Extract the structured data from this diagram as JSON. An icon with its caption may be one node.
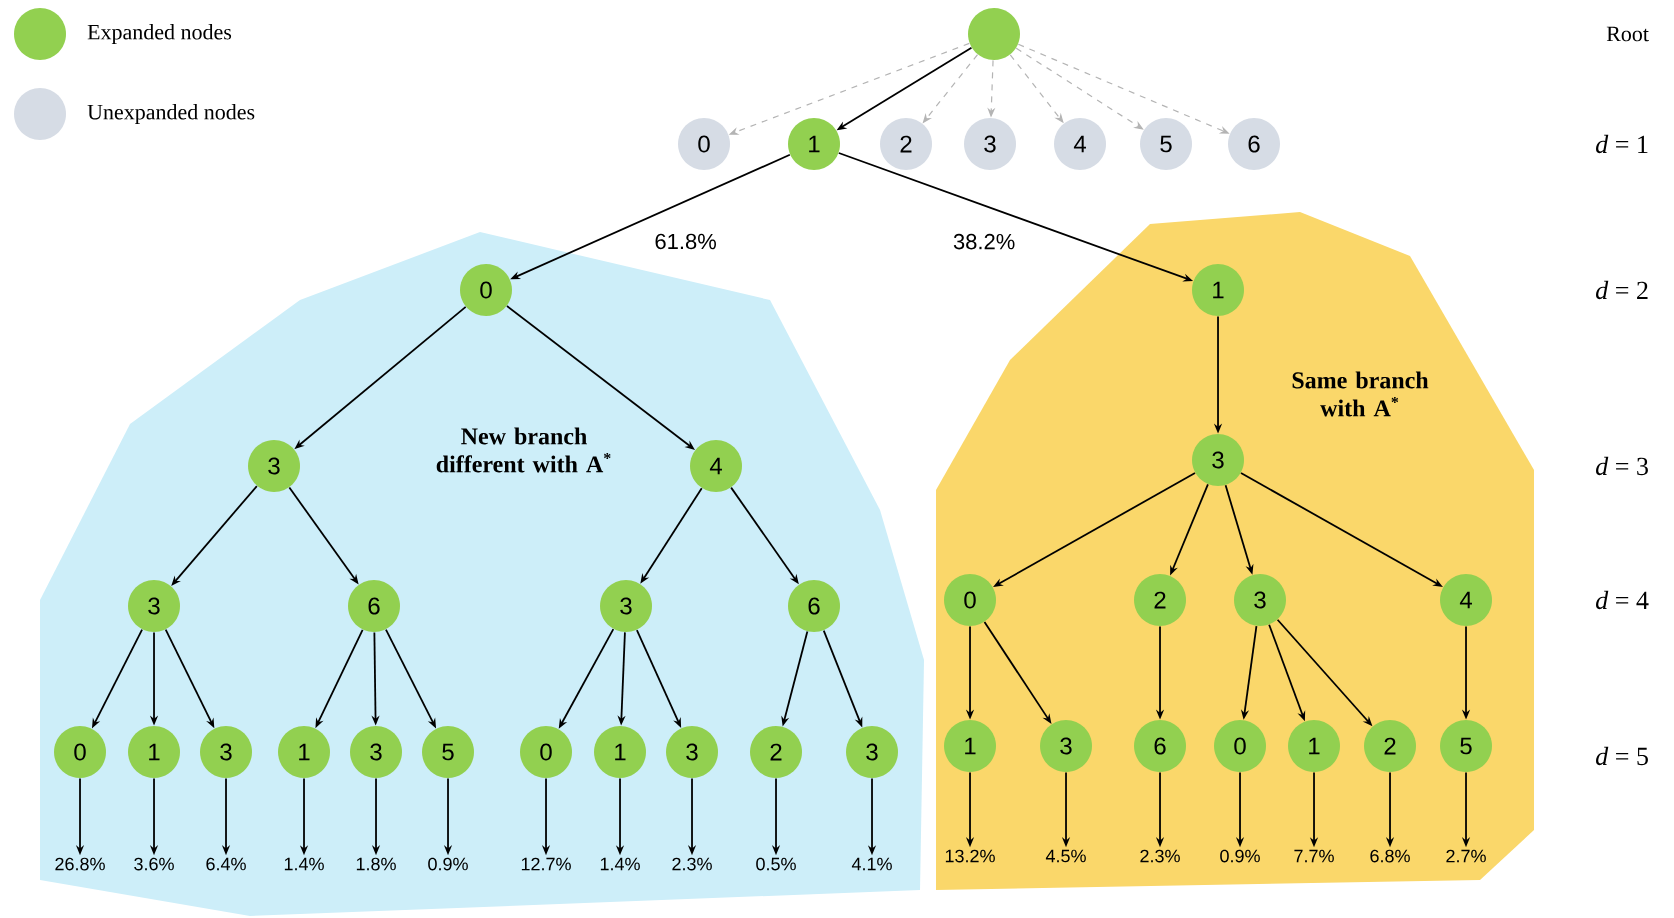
{
  "diagram": {
    "nodes": [
      {
        "text": [],
        "shape": "circle"
      },
      {
        "text": [
          "0"
        ]
      },
      {
        "text": [
          "1"
        ]
      },
      {
        "text": [
          "2"
        ]
      },
      {
        "text": [
          "3"
        ]
      },
      {
        "text": [
          "4"
        ]
      },
      {
        "text": [
          "5"
        ]
      },
      {
        "text": [
          "6"
        ]
      },
      {
        "text": [
          "New branch different with A$^{*}$"
        ]
      },
      {
        "text": [
          "Same branch with A$^{*}$"
        ]
      },
      {
        "text": [
          "0"
        ],
        "in": 8
      },
      {
        "text": [
          "3"
        ],
        "in": 8
      },
      {
        "text": [
          "4"
        ],
        "in": 8
      },
      {
        "text": [
          "3"
        ],
        "in": 8
      },
      {
        "text": [
          "6"
        ],
        "in": 8
      },
      {
        "text": [
          "3"
        ],
        "in": 8
      },
      {
        "text": [
          "6"
        ],
        "in": 8
      },
      {
        "text": [
          "0"
        ],
        "in": 8
      },
      {
        "text": [
          "1"
        ],
        "in": 8
      },
      {
        "text": [
          "3"
        ],
        "in": 8
      },
      {
        "text": [
          "1"
        ],
        "in": 8
      },
      {
        "text": [
          "3"
        ],
        "in": 8
      },
      {
        "text": [
          "5"
        ],
        "in": 8
      },
      {
        "text": [
          "0"
        ],
        "in": 8
      },
      {
        "text": [
          "1"
        ],
        "in": 8
      },
      {
        "text": [
          "3"
        ],
        "in": 8
      },
      {
        "text": [
          "2"
        ],
        "in": 8
      },
      {
        "text": [
          "3"
        ],
        "in": 8
      },
      {
        "text": [
          "1"
        ],
        "in": 9
      },
      {
        "text": [
          "3"
        ],
        "in": 9
      },
      {
        "text": [
          "0"
        ],
        "in": 9
      },
      {
        "text": [
          "2"
        ],
        "in": 9
      },
      {
        "text": [
          "3"
        ],
        "in": 9
      },
      {
        "text": [
          "4"
        ],
        "in": 9
      },
      {
        "text": [
          "1"
        ],
        "in": 9
      },
      {
        "text": [
          "3"
        ],
        "in": 9
      },
      {
        "text": [
          "6"
        ],
        "in": 9
      },
      {
        "text": [
          "0"
        ],
        "in": 9
      },
      {
        "text": [
          "1"
        ],
        "in": 9
      },
      {
        "text": [
          "2"
        ],
        "in": 9
      },
      {
        "text": [
          "5"
        ],
        "in": 9
      },
      {
        "text": [
          "26.8%"
        ],
        "in": 8
      },
      {
        "text": [
          "3.6%"
        ],
        "in": 8
      },
      {
        "text": [
          "6.4%"
        ],
        "in": 8
      },
      {
        "text": [
          "1.4%"
        ],
        "in": 8
      },
      {
        "text": [
          "1.8%"
        ],
        "in": 8
      },
      {
        "text": [
          "0.9%"
        ],
        "in": 8
      },
      {
        "text": [
          "12.7%"
        ],
        "in": 8
      },
      {
        "text": [
          "1.4%"
        ],
        "in": 8
      },
      {
        "text": [
          "2.3%"
        ],
        "in": 8
      },
      {
        "text": [
          "0.5%"
        ],
        "in": 8
      },
      {
        "text": [
          "4.1%"
        ],
        "in": 8
      },
      {
        "text": [
          "13.2%"
        ],
        "in": 9
      },
      {
        "text": [
          "4.5%"
        ],
        "in": 9
      },
      {
        "text": [
          "2.3%"
        ],
        "in": 9
      },
      {
        "text": [
          "0.9%"
        ],
        "in": 9
      },
      {
        "text": [
          "7.7%"
        ],
        "in": 9
      },
      {
        "text": [
          "6.8%"
        ],
        "in": 9
      },
      {
        "text": [
          "2.7%"
        ],
        "in": 9
      }
    ],
    "edges": [
      {
        "from": 0,
        "to": 1,
        "arrow": "to",
        "style": "dashed",
        "color": "#b4b4b4"
      },
      {
        "from": 0,
        "to": 2,
        "arrow": "to"
      },
      {
        "from": 0,
        "to": 3,
        "arrow": "to",
        "style": "dashed",
        "color": "#b4b4b4"
      },
      {
        "from": 0,
        "to": 4,
        "arrow": "to",
        "style": "dashed",
        "color": "#b4b4b4"
      },
      {
        "from": 0,
        "to": 5,
        "arrow": "to",
        "style": "dashed",
        "color": "#b4b4b4"
      },
      {
        "from": 0,
        "to": 6,
        "arrow": "to",
        "style": "dashed",
        "color": "#b4b4b4"
      },
      {
        "from": 0,
        "to": 7,
        "arrow": "to",
        "style": "dashed",
        "color": "#b4b4b4"
      },
      {
        "from": 2,
        "to": 10,
        "arrow": "to",
        "label": "61.8%"
      },
      {
        "from": 2,
        "to": 28,
        "arrow": "to",
        "label": "38.2%"
      },
      {
        "from": 10,
        "to": 11,
        "arrow": "to"
      },
      {
        "from": 10,
        "to": 12,
        "arrow": "to"
      },
      {
        "from": 11,
        "to": 13,
        "arrow": "to"
      },
      {
        "from": 11,
        "to": 14,
        "arrow": "to"
      },
      {
        "from": 12,
        "to": 15,
        "arrow": "to"
      },
      {
        "from": 12,
        "to": 16,
        "arrow": "to"
      },
      {
        "from": 13,
        "to": 17,
        "arrow": "to"
      },
      {
        "from": 13,
        "to": 18,
        "arrow": "to"
      },
      {
        "from": 13,
        "to": 19,
        "arrow": "to"
      },
      {
        "from": 14,
        "to": 20,
        "arrow": "to"
      },
      {
        "from": 14,
        "to": 21,
        "arrow": "to"
      },
      {
        "from": 14,
        "to": 22,
        "arrow": "to"
      },
      {
        "from": 15,
        "to": 23,
        "arrow": "to"
      },
      {
        "from": 15,
        "to": 24,
        "arrow": "to"
      },
      {
        "from": 15,
        "to": 25,
        "arrow": "to"
      },
      {
        "from": 16,
        "to": 26,
        "arrow": "to"
      },
      {
        "from": 16,
        "to": 27,
        "arrow": "to"
      },
      {
        "from": 28,
        "to": 29,
        "arrow": "to"
      },
      {
        "from": 29,
        "to": 30,
        "arrow": "to"
      },
      {
        "from": 29,
        "to": 31,
        "arrow": "to"
      },
      {
        "from": 29,
        "to": 32,
        "arrow": "to"
      },
      {
        "from": 29,
        "to": 33,
        "arrow": "to"
      },
      {
        "from": 30,
        "to": 34,
        "arrow": "to"
      },
      {
        "from": 30,
        "to": 35,
        "arrow": "to"
      },
      {
        "from": 31,
        "to": 36,
        "arrow": "to"
      },
      {
        "from": 32,
        "to": 37,
        "arrow": "to"
      },
      {
        "from": 32,
        "to": 38,
        "arrow": "to"
      },
      {
        "from": 32,
        "to": 39,
        "arrow": "to"
      },
      {
        "from": 33,
        "to": 40,
        "arrow": "to"
      },
      {
        "from": 17,
        "to": 41,
        "arrow": "to"
      },
      {
        "from": 18,
        "to": 42,
        "arrow": "to"
      },
      {
        "from": 19,
        "to": 43,
        "arrow": "to"
      },
      {
        "from": 20,
        "to": 44,
        "arrow": "to"
      },
      {
        "from": 21,
        "to": 45,
        "arrow": "to"
      },
      {
        "from": 22,
        "to": 46,
        "arrow": "to"
      },
      {
        "from": 23,
        "to": 47,
        "arrow": "to"
      },
      {
        "from": 24,
        "to": 48,
        "arrow": "to"
      },
      {
        "from": 25,
        "to": 49,
        "arrow": "to"
      },
      {
        "from": 26,
        "to": 50,
        "arrow": "to"
      },
      {
        "from": 27,
        "to": 51,
        "arrow": "to"
      },
      {
        "from": 34,
        "to": 52,
        "arrow": "to"
      },
      {
        "from": 35,
        "to": 53,
        "arrow": "to"
      },
      {
        "from": 36,
        "to": 54,
        "arrow": "to"
      },
      {
        "from": 37,
        "to": 55,
        "arrow": "to"
      },
      {
        "from": 38,
        "to": 56,
        "arrow": "to"
      },
      {
        "from": 39,
        "to": 57,
        "arrow": "to"
      },
      {
        "from": 40,
        "to": 58,
        "arrow": "to"
      }
    ],
    "labels": [
      "Root",
      "*d* = 1",
      "*d* = 2",
      "*d* = 3",
      "*d* = 4",
      "*d* = 5"
    ],
    "legend": [
      {
        "text": "Expanded nodes",
        "color": "#92d050"
      },
      {
        "text": "Unexpanded nodes",
        "color": "#d6dce5"
      }
    ]
  }
}
